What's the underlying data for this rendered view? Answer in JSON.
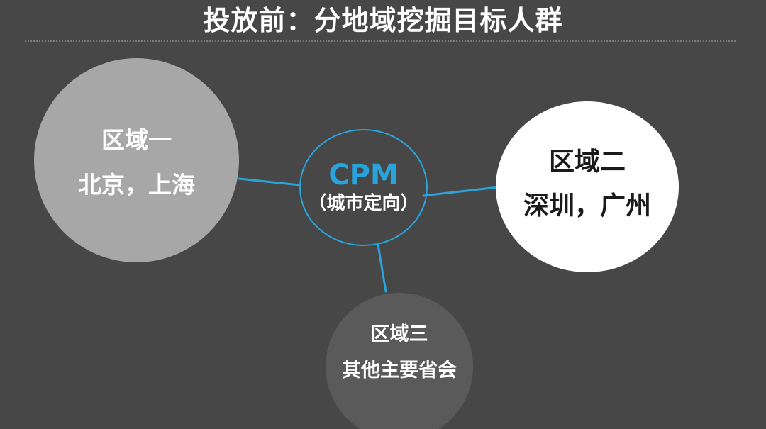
{
  "slide": {
    "title": "投放前：分地域挖掘目标人群"
  },
  "diagram": {
    "hub": {
      "label": "CPM",
      "sublabel": "（城市定向）"
    },
    "nodes": [
      {
        "label": "区域一",
        "sublabel": "北京，上海"
      },
      {
        "label": "区域二",
        "sublabel": "深圳，广州"
      },
      {
        "label": "区域三",
        "sublabel": "其他主要省会"
      }
    ]
  },
  "colors": {
    "background": "#474747",
    "accent_blue": "#29a3dc",
    "region1_fill": "#a7a7a7",
    "region2_fill": "#ffffff",
    "region3_fill": "#5a5a5a",
    "title_text": "#ffffff",
    "region2_text": "#1a1a1a",
    "divider": "#858585"
  }
}
